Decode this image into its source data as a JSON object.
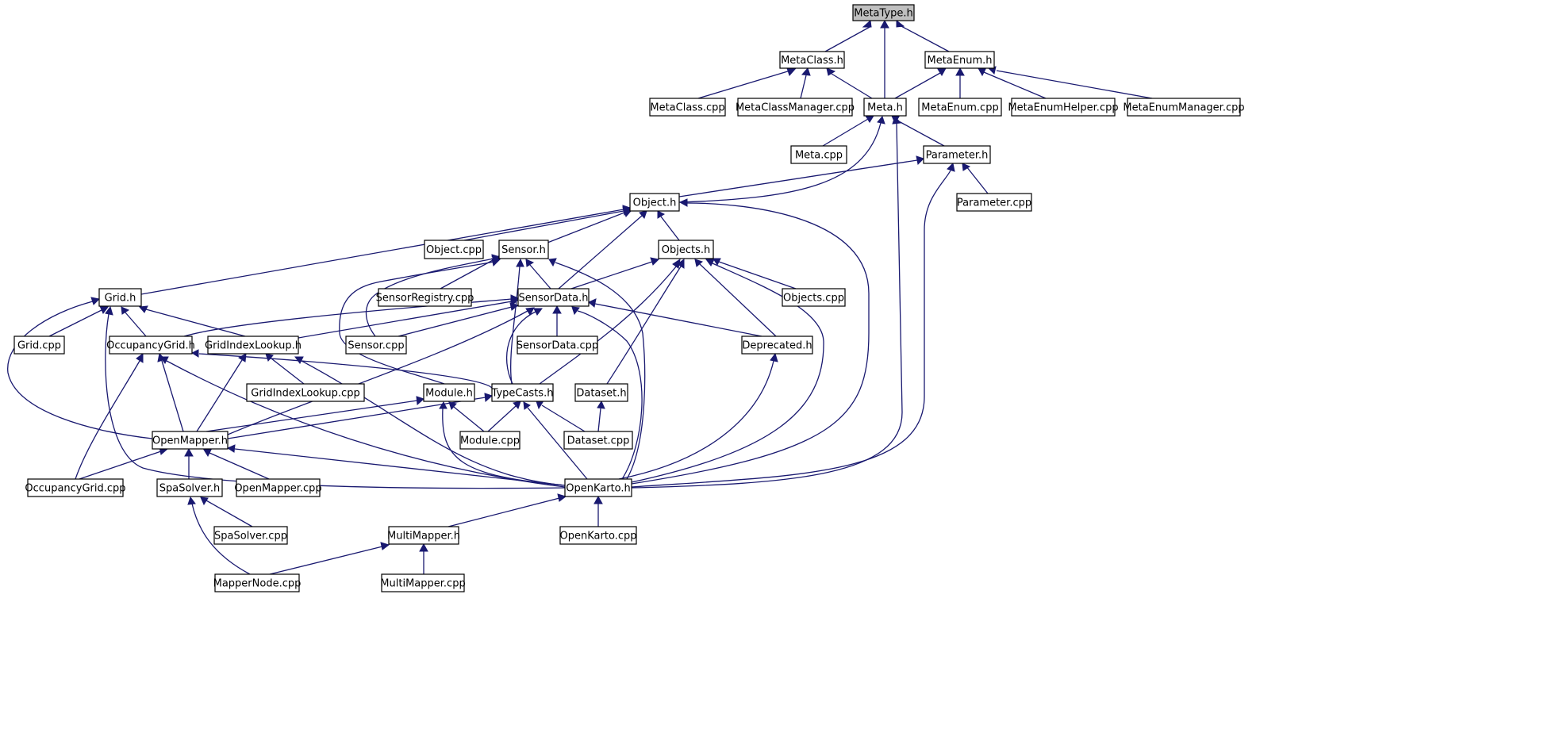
{
  "diagram": {
    "root": "n-metatype",
    "nodes": [
      {
        "id": "n-metatype",
        "label": "MetaType.h"
      },
      {
        "id": "n-metaclass",
        "label": "MetaClass.h"
      },
      {
        "id": "n-metaenum",
        "label": "MetaEnum.h"
      },
      {
        "id": "n-metaclass-cpp",
        "label": "MetaClass.cpp"
      },
      {
        "id": "n-metaclassmanager-cpp",
        "label": "MetaClassManager.cpp"
      },
      {
        "id": "n-meta",
        "label": "Meta.h"
      },
      {
        "id": "n-metaenum-cpp",
        "label": "MetaEnum.cpp"
      },
      {
        "id": "n-metaenumhelper-cpp",
        "label": "MetaEnumHelper.cpp"
      },
      {
        "id": "n-metaenummanager-cpp",
        "label": "MetaEnumManager.cpp"
      },
      {
        "id": "n-meta-cpp",
        "label": "Meta.cpp"
      },
      {
        "id": "n-parameter",
        "label": "Parameter.h"
      },
      {
        "id": "n-object",
        "label": "Object.h"
      },
      {
        "id": "n-parameter-cpp",
        "label": "Parameter.cpp"
      },
      {
        "id": "n-object-cpp",
        "label": "Object.cpp"
      },
      {
        "id": "n-sensor",
        "label": "Sensor.h"
      },
      {
        "id": "n-objects",
        "label": "Objects.h"
      },
      {
        "id": "n-grid",
        "label": "Grid.h"
      },
      {
        "id": "n-sensorregistry-cpp",
        "label": "SensorRegistry.cpp"
      },
      {
        "id": "n-sensordata",
        "label": "SensorData.h"
      },
      {
        "id": "n-objects-cpp",
        "label": "Objects.cpp"
      },
      {
        "id": "n-grid-cpp",
        "label": "Grid.cpp"
      },
      {
        "id": "n-occupancygrid",
        "label": "OccupancyGrid.h"
      },
      {
        "id": "n-gridindexlookup",
        "label": "GridIndexLookup.h"
      },
      {
        "id": "n-sensor-cpp",
        "label": "Sensor.cpp"
      },
      {
        "id": "n-sensordata-cpp",
        "label": "SensorData.cpp"
      },
      {
        "id": "n-deprecated",
        "label": "Deprecated.h"
      },
      {
        "id": "n-gridindexlookup-cpp",
        "label": "GridIndexLookup.cpp"
      },
      {
        "id": "n-module",
        "label": "Module.h"
      },
      {
        "id": "n-typecasts",
        "label": "TypeCasts.h"
      },
      {
        "id": "n-dataset",
        "label": "Dataset.h"
      },
      {
        "id": "n-openmapper",
        "label": "OpenMapper.h"
      },
      {
        "id": "n-module-cpp",
        "label": "Module.cpp"
      },
      {
        "id": "n-dataset-cpp",
        "label": "Dataset.cpp"
      },
      {
        "id": "n-occupancygrid-cpp",
        "label": "OccupancyGrid.cpp"
      },
      {
        "id": "n-spasolver",
        "label": "SpaSolver.h"
      },
      {
        "id": "n-openmapper-cpp",
        "label": "OpenMapper.cpp"
      },
      {
        "id": "n-openkarto",
        "label": "OpenKarto.h"
      },
      {
        "id": "n-spasolver-cpp",
        "label": "SpaSolver.cpp"
      },
      {
        "id": "n-multimapper",
        "label": "MultiMapper.h"
      },
      {
        "id": "n-openkarto-cpp",
        "label": "OpenKarto.cpp"
      },
      {
        "id": "n-mappernode-cpp",
        "label": "MapperNode.cpp"
      },
      {
        "id": "n-multimapper-cpp",
        "label": "MultiMapper.cpp"
      }
    ],
    "edges": [
      {
        "from": "n-metaclass",
        "to": "n-metatype"
      },
      {
        "from": "n-meta",
        "to": "n-metatype"
      },
      {
        "from": "n-metaenum",
        "to": "n-metatype"
      },
      {
        "from": "n-metaclass-cpp",
        "to": "n-metaclass"
      },
      {
        "from": "n-metaclassmanager-cpp",
        "to": "n-metaclass"
      },
      {
        "from": "n-meta",
        "to": "n-metaclass"
      },
      {
        "from": "n-meta",
        "to": "n-metaenum"
      },
      {
        "from": "n-metaenum-cpp",
        "to": "n-metaenum"
      },
      {
        "from": "n-metaenumhelper-cpp",
        "to": "n-metaenum"
      },
      {
        "from": "n-metaenummanager-cpp",
        "to": "n-metaenum"
      },
      {
        "from": "n-meta-cpp",
        "to": "n-meta"
      },
      {
        "from": "n-parameter",
        "to": "n-meta"
      },
      {
        "from": "n-object",
        "to": "n-meta"
      },
      {
        "from": "n-openkarto",
        "to": "n-meta"
      },
      {
        "from": "n-object",
        "to": "n-parameter"
      },
      {
        "from": "n-parameter-cpp",
        "to": "n-parameter"
      },
      {
        "from": "n-openkarto",
        "to": "n-parameter"
      },
      {
        "from": "n-grid",
        "to": "n-object"
      },
      {
        "from": "n-object-cpp",
        "to": "n-object"
      },
      {
        "from": "n-sensor",
        "to": "n-object"
      },
      {
        "from": "n-sensordata",
        "to": "n-object"
      },
      {
        "from": "n-objects",
        "to": "n-object"
      },
      {
        "from": "n-openkarto",
        "to": "n-object"
      },
      {
        "from": "n-sensorregistry-cpp",
        "to": "n-sensor"
      },
      {
        "from": "n-sensor-cpp",
        "to": "n-sensor"
      },
      {
        "from": "n-sensordata",
        "to": "n-sensor"
      },
      {
        "from": "n-module",
        "to": "n-sensor"
      },
      {
        "from": "n-typecasts",
        "to": "n-sensor"
      },
      {
        "from": "n-openkarto",
        "to": "n-sensor"
      },
      {
        "from": "n-sensordata",
        "to": "n-objects"
      },
      {
        "from": "n-objects-cpp",
        "to": "n-objects"
      },
      {
        "from": "n-deprecated",
        "to": "n-objects"
      },
      {
        "from": "n-typecasts",
        "to": "n-objects"
      },
      {
        "from": "n-dataset",
        "to": "n-objects"
      },
      {
        "from": "n-openkarto",
        "to": "n-objects"
      },
      {
        "from": "n-grid-cpp",
        "to": "n-grid"
      },
      {
        "from": "n-occupancygrid",
        "to": "n-grid"
      },
      {
        "from": "n-gridindexlookup",
        "to": "n-grid"
      },
      {
        "from": "n-openmapper",
        "to": "n-grid"
      },
      {
        "from": "n-openkarto",
        "to": "n-grid"
      },
      {
        "from": "n-occupancygrid",
        "to": "n-sensordata"
      },
      {
        "from": "n-gridindexlookup",
        "to": "n-sensordata"
      },
      {
        "from": "n-sensor-cpp",
        "to": "n-sensordata"
      },
      {
        "from": "n-sensordata-cpp",
        "to": "n-sensordata"
      },
      {
        "from": "n-deprecated",
        "to": "n-sensordata"
      },
      {
        "from": "n-typecasts",
        "to": "n-sensordata"
      },
      {
        "from": "n-openmapper",
        "to": "n-sensordata"
      },
      {
        "from": "n-openkarto",
        "to": "n-sensordata"
      },
      {
        "from": "n-openkarto",
        "to": "n-deprecated"
      },
      {
        "from": "n-typecasts",
        "to": "n-occupancygrid"
      },
      {
        "from": "n-openmapper",
        "to": "n-occupancygrid"
      },
      {
        "from": "n-occupancygrid-cpp",
        "to": "n-occupancygrid"
      },
      {
        "from": "n-openkarto",
        "to": "n-occupancygrid"
      },
      {
        "from": "n-gridindexlookup-cpp",
        "to": "n-gridindexlookup"
      },
      {
        "from": "n-openmapper",
        "to": "n-gridindexlookup"
      },
      {
        "from": "n-openkarto",
        "to": "n-gridindexlookup"
      },
      {
        "from": "n-openmapper",
        "to": "n-module"
      },
      {
        "from": "n-module-cpp",
        "to": "n-module"
      },
      {
        "from": "n-openkarto",
        "to": "n-module"
      },
      {
        "from": "n-openmapper",
        "to": "n-typecasts"
      },
      {
        "from": "n-module-cpp",
        "to": "n-typecasts"
      },
      {
        "from": "n-dataset-cpp",
        "to": "n-typecasts"
      },
      {
        "from": "n-openkarto",
        "to": "n-typecasts"
      },
      {
        "from": "n-dataset-cpp",
        "to": "n-dataset"
      },
      {
        "from": "n-occupancygrid-cpp",
        "to": "n-openmapper"
      },
      {
        "from": "n-spasolver",
        "to": "n-openmapper"
      },
      {
        "from": "n-openmapper-cpp",
        "to": "n-openmapper"
      },
      {
        "from": "n-openkarto",
        "to": "n-openmapper"
      },
      {
        "from": "n-spasolver-cpp",
        "to": "n-spasolver"
      },
      {
        "from": "n-mappernode-cpp",
        "to": "n-spasolver"
      },
      {
        "from": "n-multimapper",
        "to": "n-openkarto"
      },
      {
        "from": "n-openkarto-cpp",
        "to": "n-openkarto"
      },
      {
        "from": "n-mappernode-cpp",
        "to": "n-multimapper"
      },
      {
        "from": "n-multimapper-cpp",
        "to": "n-multimapper"
      }
    ]
  }
}
